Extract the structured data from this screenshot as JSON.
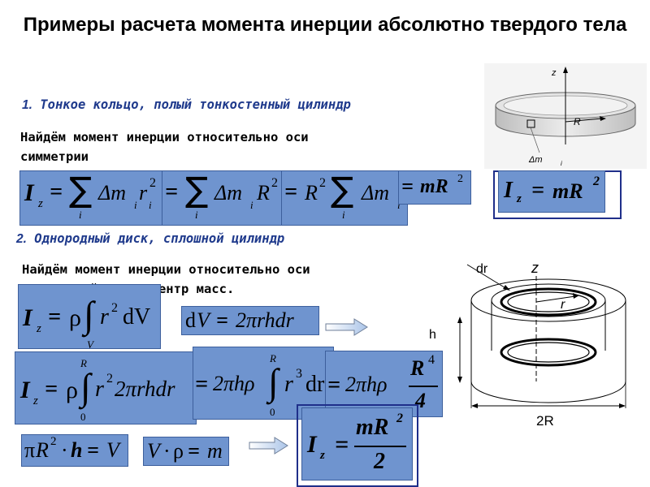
{
  "title": "Примеры расчета момента инерции абсолютно твердого тела",
  "section1": {
    "number": "1.",
    "heading": "Тонкое кольцо, полый тонкостенный цилиндр",
    "text_line1": "Найдём момент инерции относительно оси",
    "text_line2": "симметрии"
  },
  "section2": {
    "number": "2.",
    "heading": "Однородный диск, сплошной цилиндр",
    "text_line1": "Найдём момент инерции относительно оси",
    "text_line2": "проходящей через центр масс."
  },
  "ring_figure": {
    "z": "z",
    "R": "R",
    "dm": "Δm",
    "i": "i"
  },
  "cyl_figure": {
    "dr": "dr",
    "z": "z",
    "r": "r",
    "h": "h",
    "2R": "2R"
  },
  "formulas": {
    "f1": {
      "I": "I",
      "z": "z",
      "eq": "=",
      "sum": "∑",
      "i": "i",
      "dm": "Δm",
      "r": "r",
      "sq": "2"
    },
    "f1b": {
      "eq": "=",
      "sum": "∑",
      "i": "i",
      "dm": "Δm",
      "R": "R",
      "sq": "2"
    },
    "f1c": {
      "eq": "=",
      "R": "R",
      "sq": "2",
      "sum": "∑",
      "i": "i",
      "dm": "Δm"
    },
    "f1d": {
      "eq": "=",
      "mR": "mR",
      "sq": "2"
    },
    "result1": {
      "I": "I",
      "z": "z",
      "eq": "=",
      "mR": "mR",
      "sq": "2"
    },
    "f2": {
      "I": "I",
      "z": "z",
      "eq": "=",
      "rho": "ρ",
      "int": "∫",
      "V": "V",
      "r": "r",
      "sq": "2",
      "dV": "dV"
    },
    "f3": {
      "d": "d",
      "V": "V",
      "eq": "=",
      "rest": "2πrhdr"
    },
    "f4": {
      "I": "I",
      "z": "z",
      "eq": "=",
      "rho": "ρ",
      "int": "∫",
      "R": "R",
      "zero": "0",
      "r": "r",
      "sq": "2",
      "rest": "2πrhdr"
    },
    "f5": {
      "eq": "=",
      "pre": "2πhρ",
      "int": "∫",
      "R": "R",
      "zero": "0",
      "r": "r",
      "cube": "3",
      "dr": "dr"
    },
    "f6": {
      "eq": "=",
      "pre": "2πhρ",
      "num": "R",
      "pow": "4",
      "den": "4"
    },
    "f7": {
      "pi": "π",
      "R": "R",
      "sq": "2",
      "dot": "·",
      "h": "h",
      "eq": "=",
      "V": "V"
    },
    "f8": {
      "V": "V",
      "dot": "·",
      "rho": "ρ",
      "eq": "=",
      "m": "m"
    },
    "result2": {
      "I": "I",
      "z": "z",
      "eq": "=",
      "num": "mR",
      "sq": "2",
      "den": "2"
    }
  }
}
